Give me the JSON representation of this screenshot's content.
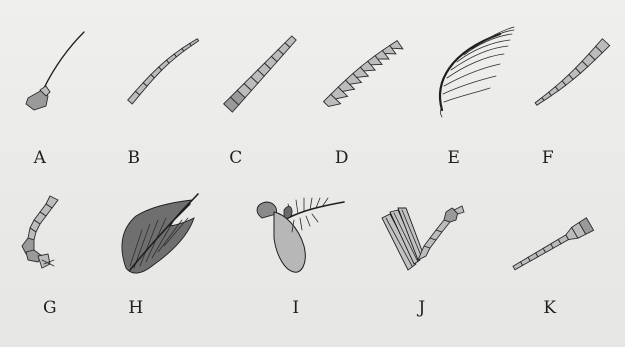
{
  "figures": [
    {
      "id": "A",
      "label": "A"
    },
    {
      "id": "B",
      "label": "B"
    },
    {
      "id": "C",
      "label": "C"
    },
    {
      "id": "D",
      "label": "D"
    },
    {
      "id": "E",
      "label": "E"
    },
    {
      "id": "F",
      "label": "F"
    },
    {
      "id": "G",
      "label": "G"
    },
    {
      "id": "H",
      "label": "H"
    },
    {
      "id": "I",
      "label": "I"
    },
    {
      "id": "J",
      "label": "J"
    },
    {
      "id": "K",
      "label": "K"
    }
  ]
}
